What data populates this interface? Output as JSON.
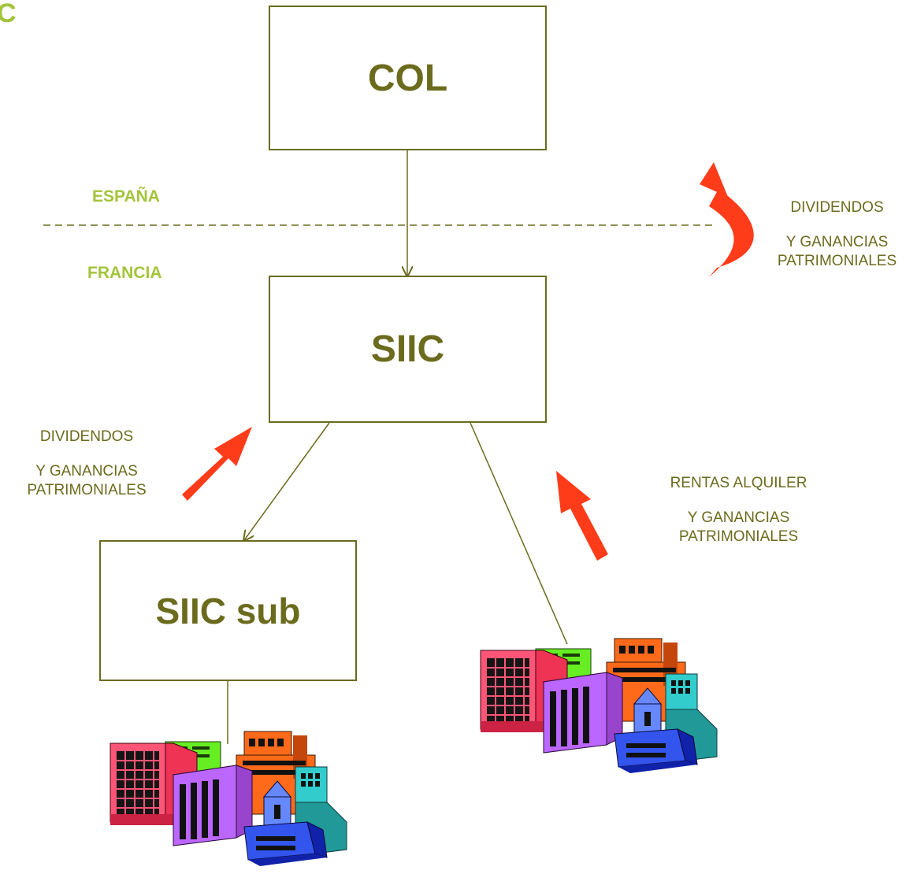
{
  "corner_label": "C",
  "nodes": {
    "col": "COL",
    "siic": "SIIC",
    "siic_sub": "SIIC sub"
  },
  "countries": {
    "top": "ESPAÑA",
    "bottom": "FRANCIA"
  },
  "flows": {
    "col_flow": {
      "line1": "DIVIDENDOS",
      "line2": "Y GANANCIAS",
      "line3": "PATRIMONIALES"
    },
    "sub_flow": {
      "line1": "DIVIDENDOS",
      "line2": "Y GANANCIAS",
      "line3": "PATRIMONIALES"
    },
    "rent_flow": {
      "line1": "RENTAS ALQUILER",
      "line2": "Y GANANCIAS",
      "line3": "PATRIMONIALES"
    }
  },
  "colors": {
    "line": "#6b6b1e",
    "country": "#a3c43a",
    "arrow": "#ff3c1a"
  },
  "icons": [
    "city-buildings-icon",
    "city-buildings-icon",
    "curved-arrow-icon",
    "red-arrow-icon"
  ]
}
